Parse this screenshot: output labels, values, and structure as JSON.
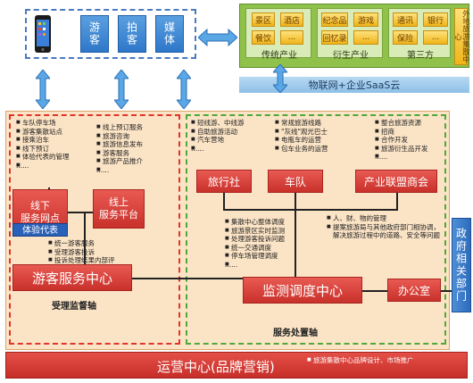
{
  "device_panel": {
    "tiles": [
      "游客",
      "拍客",
      "媒体"
    ]
  },
  "industry_panel": {
    "groups": [
      {
        "label": "传统产业",
        "tiles": [
          "景区",
          "酒店",
          "餐饮",
          "..."
        ]
      },
      {
        "label": "衍生产业",
        "tiles": [
          "纪念品",
          "游戏",
          "回忆录",
          "..."
        ]
      },
      {
        "label": "第三方",
        "tiles": [
          "通讯",
          "银行",
          "保险",
          "..."
        ]
      }
    ],
    "side_label": "外地旅游集散中心"
  },
  "cloud_label": "物联网+企业SaaS云",
  "left_lists": {
    "list1": [
      "车队停车场",
      "游客集散站点",
      "接乘泊车",
      "线下预订",
      "体验代表的管理",
      "......"
    ],
    "list2": [
      "线上预订服务",
      "旅游咨询",
      "旅游信息发布",
      "游客服务",
      "旅游产品推介",
      "......"
    ],
    "list3": [
      "统一游客服务",
      "受理游客投诉",
      "投诉处理结果内部评价",
      "......"
    ]
  },
  "offline_box": {
    "line1": "线下",
    "line2": "服务网点",
    "sub": "体验代表"
  },
  "online_box": {
    "line1": "线上",
    "line2": "服务平台"
  },
  "visitor_center": "游客服务中心",
  "left_axis_label": "受理监督轴",
  "right_lists": {
    "list1": [
      "短线游、中线游",
      "自助旅游活动",
      "汽车营地",
      "......"
    ],
    "list2": [
      "常规旅游线路",
      "\"灰线\"观光巴士",
      "电瓶车的运营",
      "包车业务的运营"
    ],
    "list3": [
      "整合旅游资源",
      "招商",
      "合作开发",
      "旅游衍生品开发",
      "......"
    ],
    "list4": [
      "集散中心整体调度",
      "旅游景区实时监测",
      "处理游客投诉问题",
      "统一交通调度",
      "停车场管理调度",
      "......"
    ],
    "list5": [
      "人、财、物的管理",
      "提案旅游局与其他政府部门相协调，解决旅游过程中的道路、安全等问题"
    ]
  },
  "right_boxes": [
    "旅行社",
    "车队",
    "产业联盟商会"
  ],
  "monitor_center": "监测调度中心",
  "office": "办公室",
  "right_axis_label": "服务处置轴",
  "gov_label": "政府相关部门",
  "ops_center": "运营中心(品牌营销)",
  "ops_note": [
    "旅游集散中心品牌设计、市场推广"
  ]
}
